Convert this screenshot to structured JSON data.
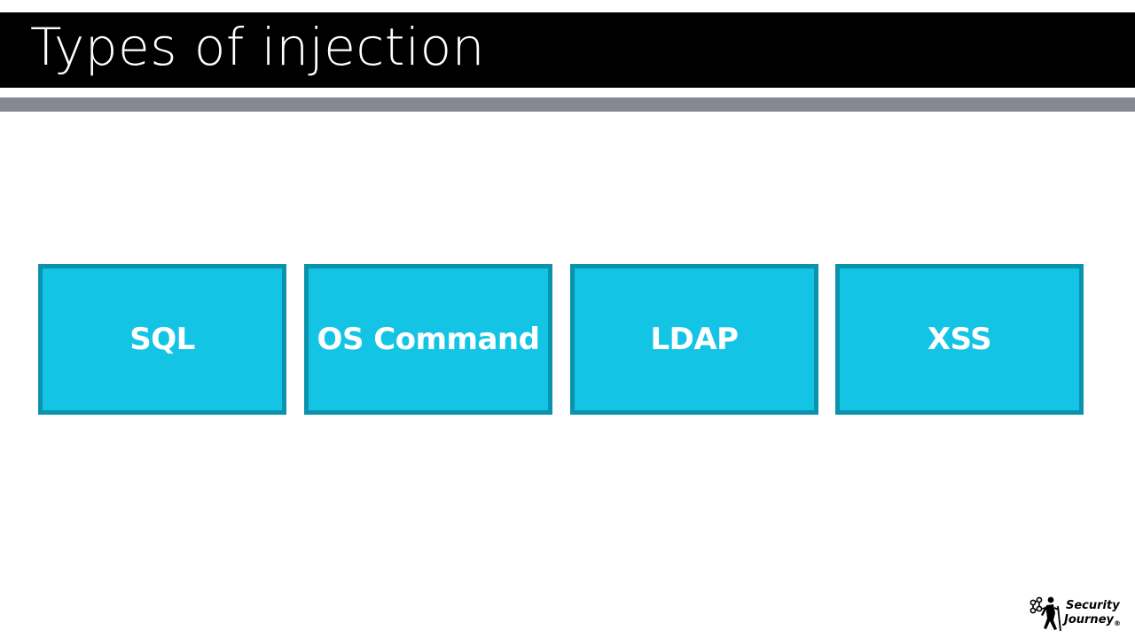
{
  "slide": {
    "title": "Types of injection",
    "colors": {
      "title_bar": "#000000",
      "divider_bar": "#858891",
      "box_fill": "#13c4e5",
      "box_border": "#0b93ad",
      "box_text": "#ffffff"
    }
  },
  "boxes": [
    {
      "label": "SQL"
    },
    {
      "label": "OS Command"
    },
    {
      "label": "LDAP"
    },
    {
      "label": "XSS"
    }
  ],
  "logo": {
    "line1": "Security",
    "line2": "Journey",
    "reg_mark": "®",
    "icon": "hiker-network-icon"
  }
}
